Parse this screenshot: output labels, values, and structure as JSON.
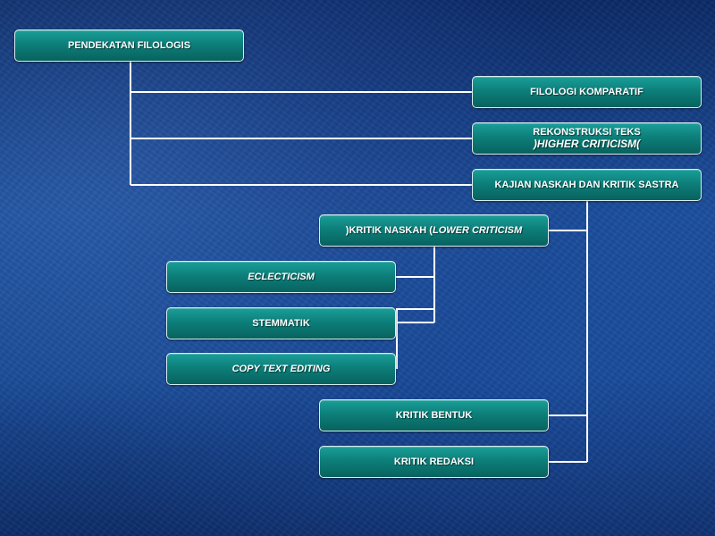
{
  "diagram": {
    "root": {
      "label": "PENDEKATAN FILOLOGIS"
    },
    "branches": [
      {
        "label": "FILOLOGI KOMPARATIF"
      },
      {
        "line1": "REKONSTRUKSI TEKS",
        "line2": ")HIGHER CRITICISM("
      },
      {
        "label": "KAJIAN NASKAH DAN KRITIK SASTRA"
      }
    ],
    "kajian_children": {
      "kritik_naskah": {
        "prefix": ")KRITIK NASKAH (",
        "italic": "LOWER CRITICISM"
      },
      "methods": [
        {
          "label": "ECLECTICISM"
        },
        {
          "label": "STEMMATIK"
        },
        {
          "label": "COPY TEXT EDITING"
        }
      ],
      "kritik_bentuk": {
        "label": "KRITIK BENTUK"
      },
      "kritik_redaksi": {
        "label": "KRITIK REDAKSI"
      }
    }
  }
}
